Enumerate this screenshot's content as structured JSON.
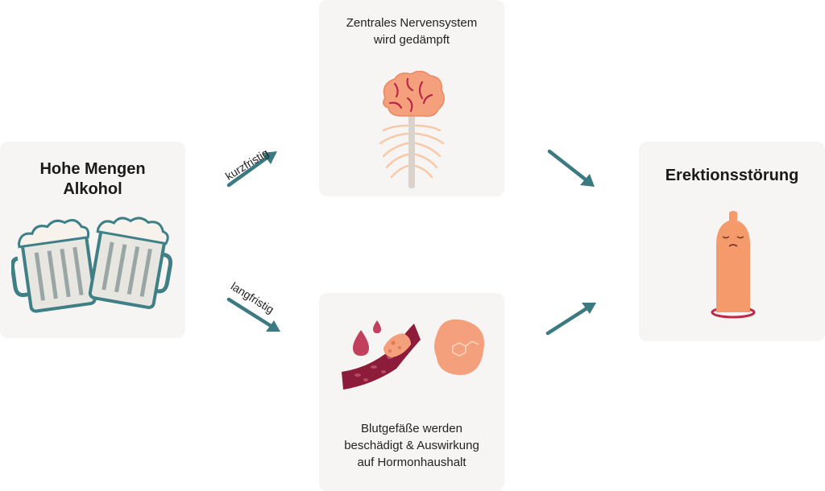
{
  "nodes": {
    "cause": {
      "line1": "Hohe Mengen",
      "line2": "Alkohol",
      "icon": "beer-mugs-icon"
    },
    "short_term": {
      "line1": "Zentrales Nervensystem",
      "line2": "wird gedämpft",
      "icon": "brain-spine-icon"
    },
    "long_term": {
      "line1": "Blutgefäße werden",
      "line2": "beschädigt & Auswirkung",
      "line3": "auf Hormonhaushalt",
      "icon": "blood-vessel-hormone-icon"
    },
    "result": {
      "title": "Erektionsstörung",
      "icon": "sad-condom-icon"
    }
  },
  "edges": {
    "short_label": "kurzfristig",
    "long_label": "langfristig"
  },
  "colors": {
    "arrow": "#3a7a80",
    "card": "#f7f5f3",
    "mug_outline": "#3f7f86",
    "brain": "#f5a07c",
    "vessel": "#8c1c3a",
    "hormone": "#f5a07c",
    "condom": "#f59a6b"
  }
}
